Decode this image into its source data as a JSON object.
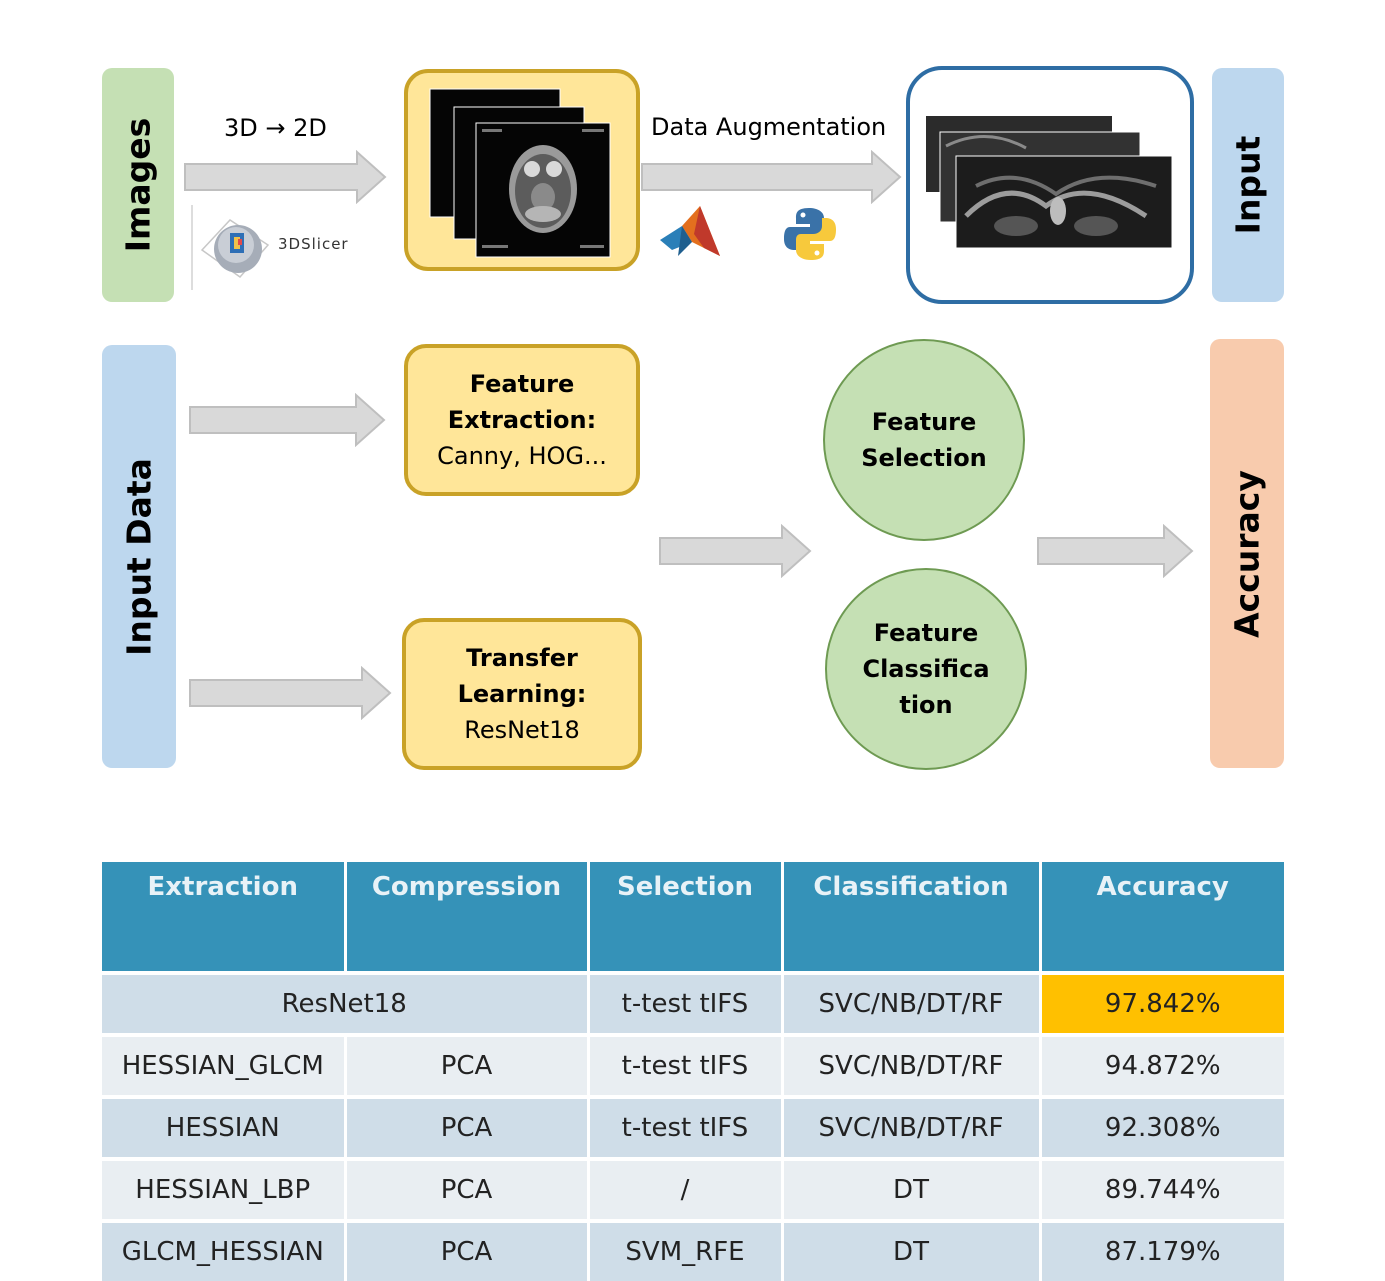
{
  "left_labels": {
    "images": "Images",
    "input_data": "Input Data"
  },
  "right_labels": {
    "input": "Input",
    "accuracy": "Accuracy"
  },
  "top_row": {
    "conversion_label": "3D → 2D",
    "slicer_label": "3DSlicer",
    "augmentation_label": "Data Augmentation"
  },
  "boxes": {
    "feature_extraction": {
      "line1": "Feature",
      "line2": "Extraction:",
      "line3": "Canny, HOG..."
    },
    "transfer_learning": {
      "line1": "Transfer",
      "line2": "Learning:",
      "line3": "ResNet18"
    }
  },
  "circles": {
    "feature_selection": {
      "line1": "Feature",
      "line2": "Selection"
    },
    "feature_classification": {
      "line1": "Feature",
      "line2": "Classifica",
      "line3": "tion"
    }
  },
  "table": {
    "headers": [
      "Extraction",
      "Compression",
      "Selection",
      "Classification",
      "Accuracy"
    ],
    "rows": [
      {
        "extraction_compression": "ResNet18",
        "selection": "t-test tIFS",
        "classification": "SVC/NB/DT/RF",
        "accuracy": "97.842%"
      },
      {
        "extraction": "HESSIAN_GLCM",
        "compression": "PCA",
        "selection": "t-test tIFS",
        "classification": "SVC/NB/DT/RF",
        "accuracy": "94.872%"
      },
      {
        "extraction": "HESSIAN",
        "compression": "PCA",
        "selection": "t-test tIFS",
        "classification": "SVC/NB/DT/RF",
        "accuracy": "92.308%"
      },
      {
        "extraction": "HESSIAN_LBP",
        "compression": "PCA",
        "selection": "/",
        "classification": "DT",
        "accuracy": "89.744%"
      },
      {
        "extraction": "GLCM_HESSIAN",
        "compression": "PCA",
        "selection": "SVM_RFE",
        "classification": "DT",
        "accuracy": "87.179%"
      }
    ],
    "highlight_color": "#ffc000",
    "header_color": "#3592b8"
  },
  "icons": [
    "3dslicer-logo-icon",
    "matlab-logo-icon",
    "python-logo-icon",
    "mri-slice-stack-icon",
    "coronal-mri-stack-icon"
  ]
}
